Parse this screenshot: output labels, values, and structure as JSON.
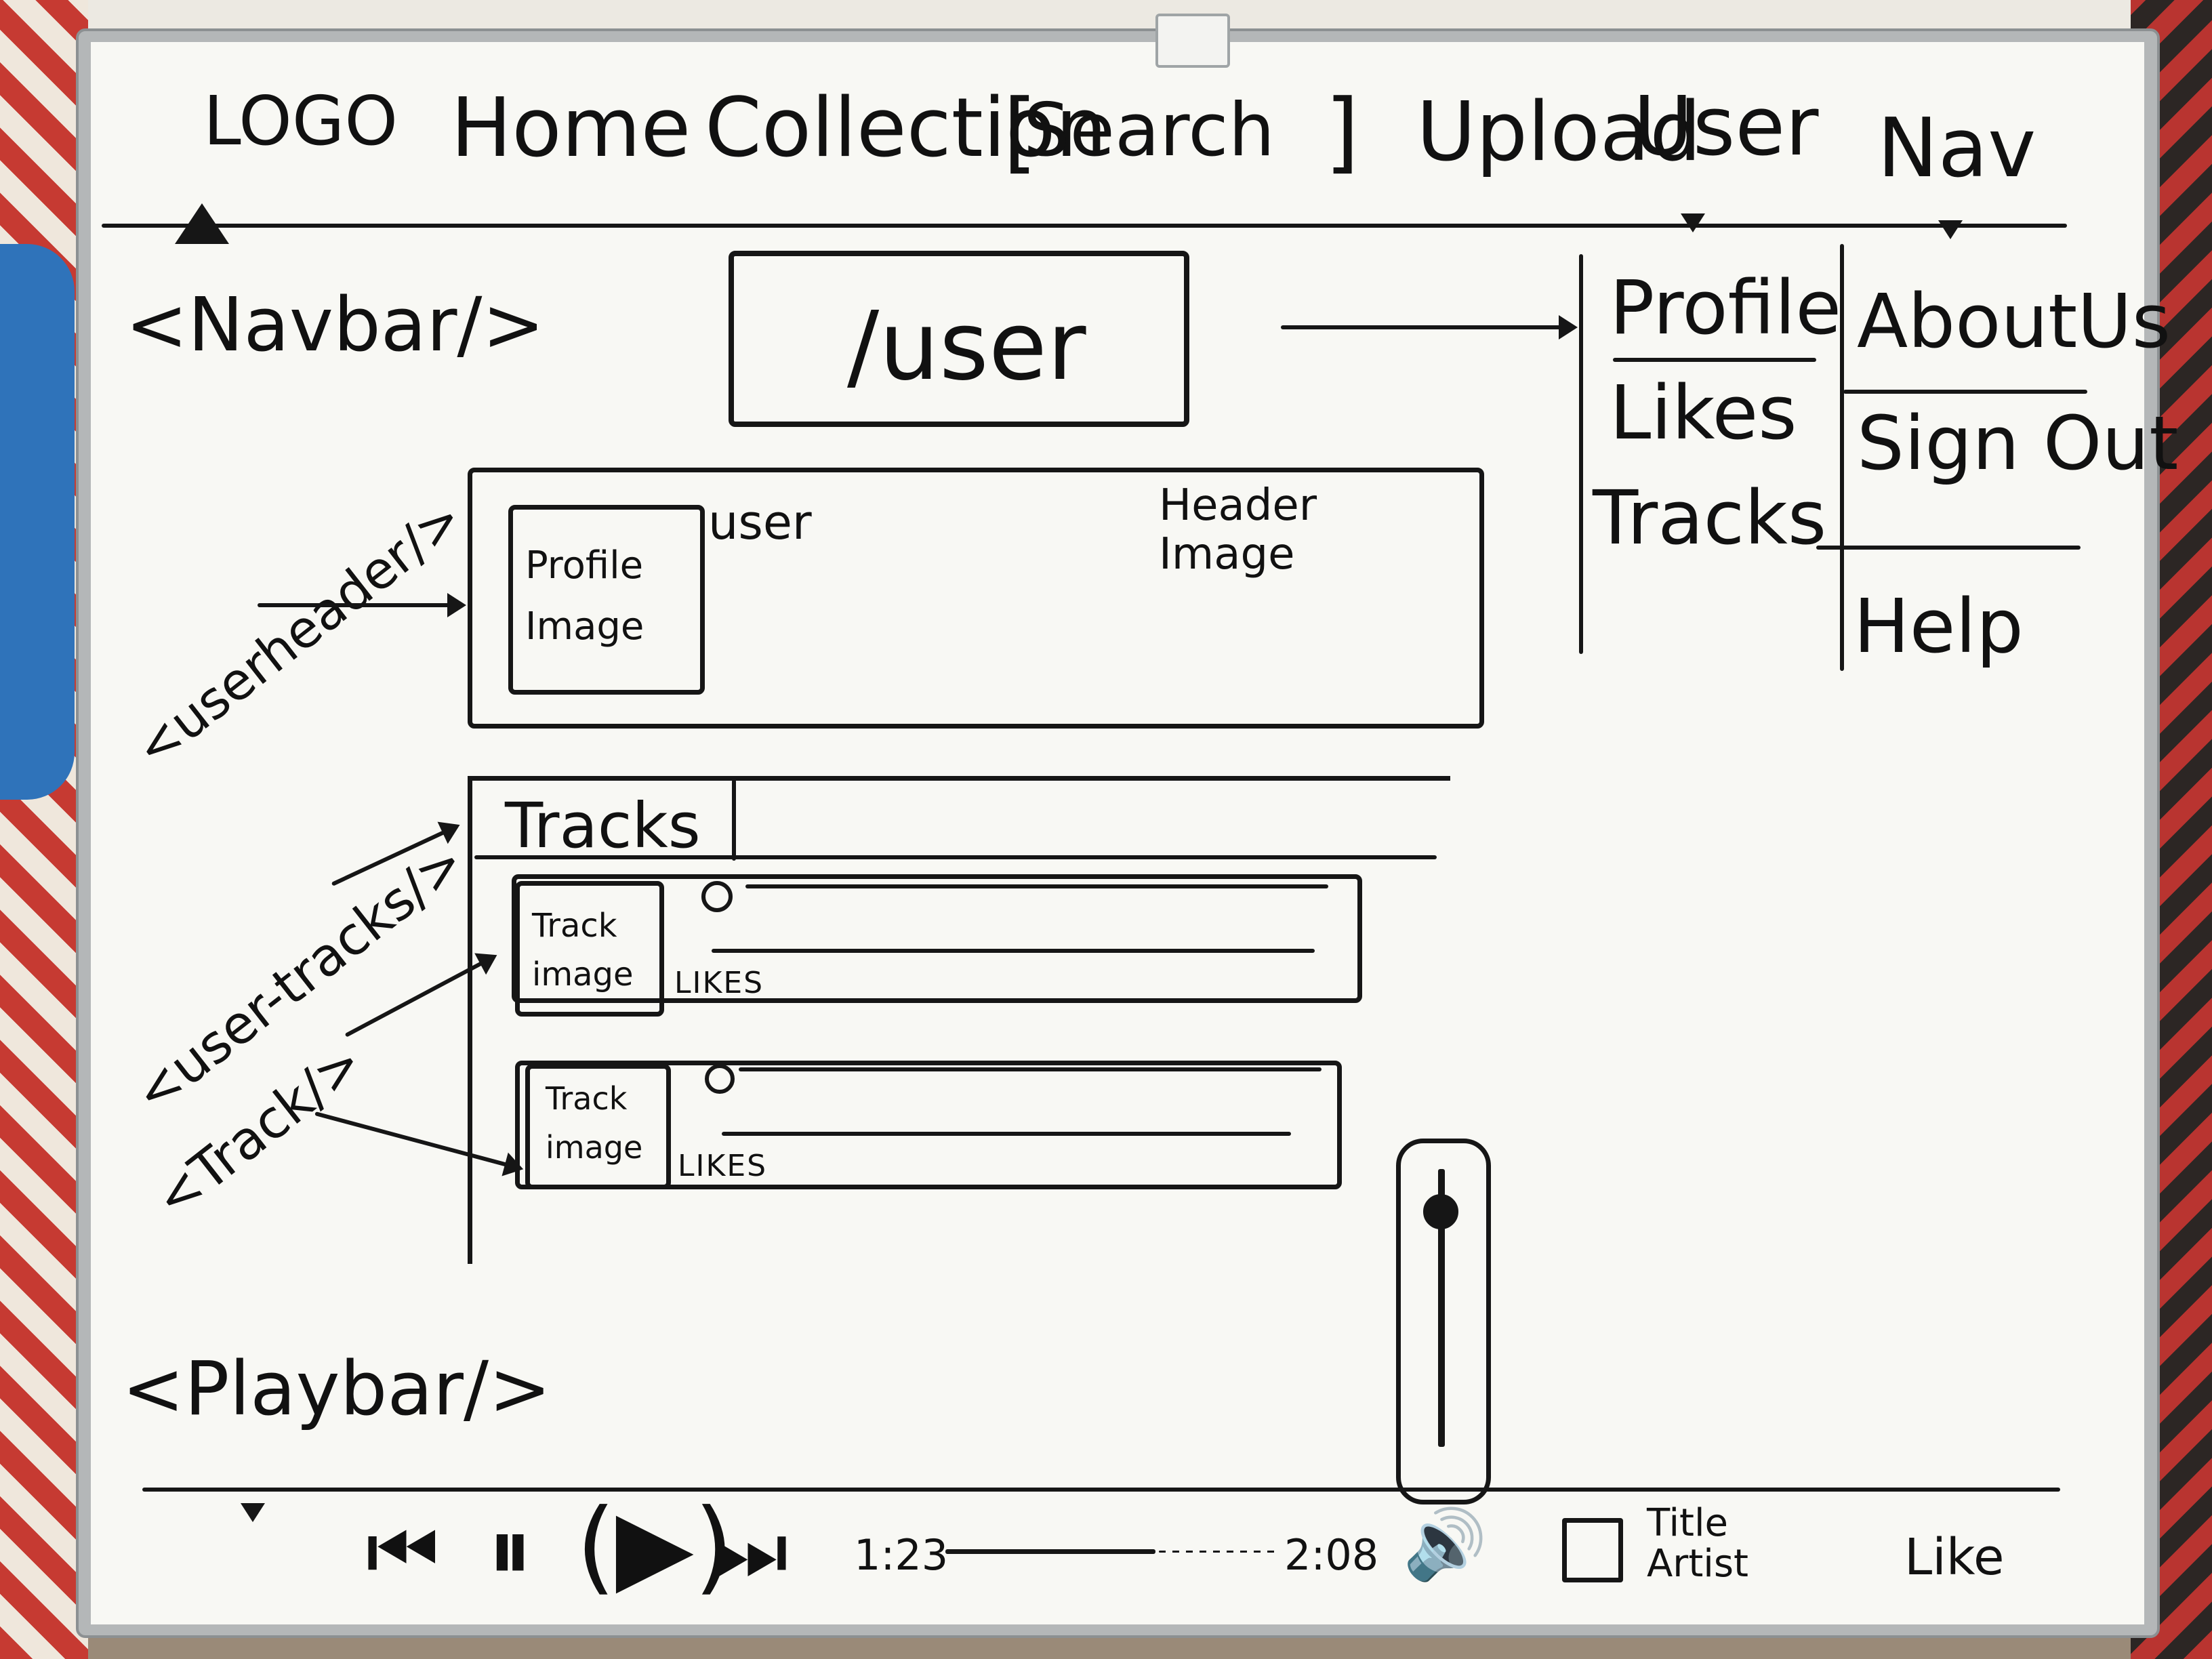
{
  "navbar": {
    "logo": "LOGO",
    "home": "Home",
    "collection": "Collection",
    "search": "Search",
    "upload": "Upload",
    "user": "User",
    "nav": "Nav",
    "label": "<Navbar/>"
  },
  "route": "/user",
  "user_menu": {
    "items": [
      "Profile",
      "Likes",
      "Tracks"
    ]
  },
  "nav_menu": {
    "items": [
      "AboutUs",
      "Sign Out",
      "Help"
    ]
  },
  "user_header": {
    "label": "<userheader/>",
    "profile_image": "Profile Image",
    "user": "user",
    "header_image": "Header Image"
  },
  "user_tracks": {
    "label": "<user-tracks/>",
    "track_label": "<Track/>",
    "tab": "Tracks",
    "tracks": [
      {
        "image": "Track image",
        "likes": "LIKES"
      },
      {
        "image": "Track image",
        "likes": "LIKES"
      }
    ]
  },
  "playbar": {
    "label": "<Playbar/>",
    "current_time": "1:23",
    "duration": "2:08",
    "title": "Title",
    "artist": "Artist",
    "like": "Like"
  }
}
